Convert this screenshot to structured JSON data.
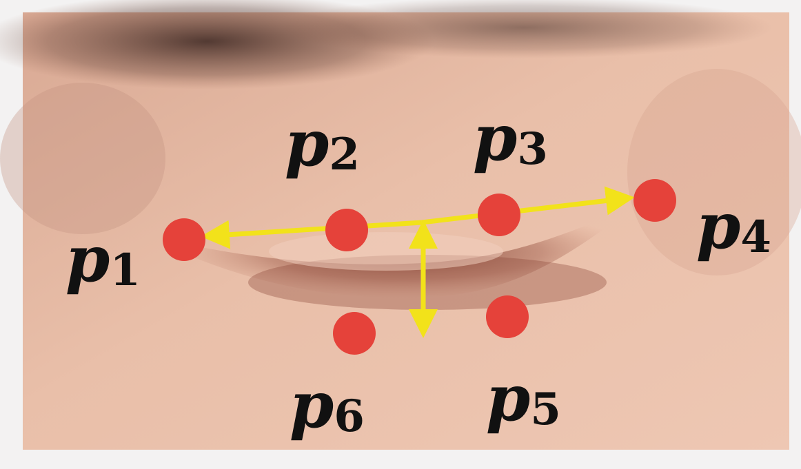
{
  "landmarks": [
    {
      "id": "p1",
      "letter": "p",
      "index": "1"
    },
    {
      "id": "p2",
      "letter": "p",
      "index": "2"
    },
    {
      "id": "p3",
      "letter": "p",
      "index": "3"
    },
    {
      "id": "p4",
      "letter": "p",
      "index": "4"
    },
    {
      "id": "p5",
      "letter": "p",
      "index": "5"
    },
    {
      "id": "p6",
      "letter": "p",
      "index": "6"
    }
  ],
  "colors": {
    "point": "#e5423a",
    "arrow": "#f2e21a",
    "label": "#111111",
    "skin": "#e7b9a3",
    "frame": "#f3f2f2"
  }
}
